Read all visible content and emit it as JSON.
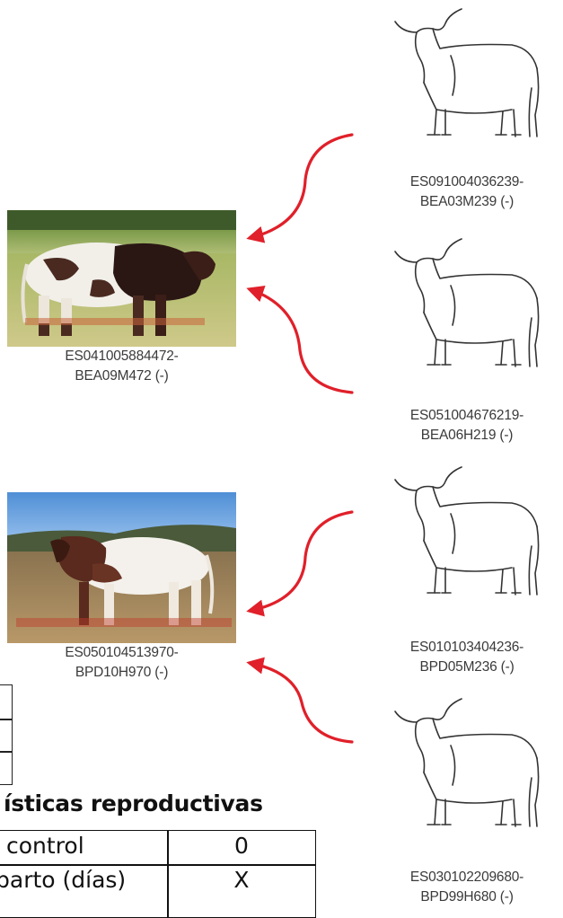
{
  "pedigree": {
    "offspring": [
      {
        "id": "ES041005884472-",
        "suffix": "BEA09M472 (-)"
      },
      {
        "id": "ES050104513970-",
        "suffix": "BPD10H970 (-)"
      }
    ],
    "parents": [
      {
        "id": "ES091004036239-",
        "suffix": "BEA03M239 (-)"
      },
      {
        "id": "ES051004676219-",
        "suffix": "BEA06H219 (-)"
      },
      {
        "id": "ES010103404236-",
        "suffix": "BPD05M236 (-)"
      },
      {
        "id": "ES030102209680-",
        "suffix": "BPD99H680 (-)"
      }
    ],
    "arrow_color": "#e0202a",
    "sketch_icon": "bull-outline-icon"
  },
  "reproduction": {
    "title": "ísticas reproductivas",
    "rows": [
      {
        "label": "control",
        "value": "0"
      },
      {
        "label": "parto (días)",
        "value": "X"
      }
    ]
  }
}
